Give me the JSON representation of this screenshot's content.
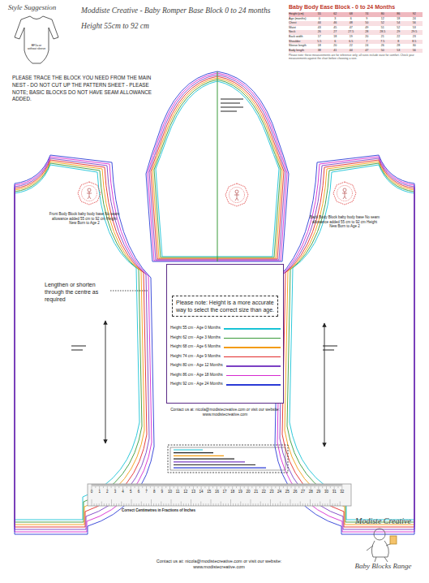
{
  "diagram": {
    "title": "Moddiste Creative - Baby Romper Base Block 0 to 24 months",
    "nodes": [
      {
        "text": [
          "Front Body Block baby body base No seam allowance added 55 cm to 92 cm Height New Born to Age 2",
          "Lengthen or shorten through the centre as required"
        ]
      },
      {
        "text": [
          "Back Body Block baby body base No seam allowance added 55 cm to 92 cm Height New Born to Age 2"
        ]
      },
      {
        "text": []
      },
      {
        "text": [
          "Please note: Height is a more accurate way to select the correct size than age."
        ],
        "in": 2
      }
    ],
    "labels": [
      "Style Suggestion",
      "BF1a or without sleeve",
      "Height 55cm to 92 cm",
      "PLEASE TRACE THE BLOCK YOU NEED FROM THE MAIN NEST - DO NOT CUT UP THE PATTERN SHEET - PLEASE NOTE; BASIC BLOCKS DO NOT HAVE SEAM ALLOWANCE ADDED.",
      "Baby Body Ease Block - 0 to 24 Months",
      "Height (cm)",
      "55",
      "62",
      "68",
      "74",
      "80",
      "86",
      "92",
      "Age (months)",
      "0",
      "3",
      "6",
      "9",
      "12",
      "18",
      "24",
      "Chest",
      "44",
      "46",
      "48",
      "50",
      "52",
      "54",
      "56",
      "Waist",
      "43",
      "45",
      "47",
      "49",
      "51",
      "52",
      "53",
      "Neck",
      "26",
      "27",
      "27.5",
      "28",
      "28.5",
      "29",
      "29.5",
      "Back width",
      "17",
      "18",
      "19",
      "20",
      "21",
      "22",
      "23",
      "Shoulder",
      "5.5",
      "6",
      "6.5",
      "7",
      "7.5",
      "8",
      "8.5",
      "Sleeve length",
      "18",
      "20",
      "22",
      "24",
      "26",
      "28",
      "30",
      "Body length",
      "38",
      "41",
      "44",
      "47",
      "50",
      "53",
      "56",
      "Please note: these measurements are for reference only; all sizes include ease for comfort. Check your measurements against the chart before choosing a size.",
      "Contact us at: nicola@modistecreative.com or visit our website: www.modistecreative.com",
      "0",
      "1",
      "2",
      "3",
      "4",
      "5",
      "6",
      "7",
      "8",
      "9",
      "10",
      "11",
      "12",
      "13",
      "14",
      "15",
      "16",
      "17",
      "18",
      "19",
      "20",
      "21",
      "22",
      "23",
      "24",
      "25",
      "26",
      "27",
      "28",
      "29",
      "30",
      "31",
      "32",
      "Correct Centimetres in Fractions of Inches",
      "Contact us at: nicola@modistecreative.com or visit our website: www.modistecreative.com",
      "Modiste Creative",
      "Baby Blocks Range"
    ],
    "legend": [
      {
        "text": "Height 55 cm - Age 0 Months",
        "color": "#19c3d6"
      },
      {
        "text": "Height 62 cm - Age 3 Months",
        "color": "#3a9a3a"
      },
      {
        "text": "Height 68 cm - Age 6 Months",
        "color": "#f39c12"
      },
      {
        "text": "Height 74 cm - Age 9 Months",
        "color": "#e22b2b"
      },
      {
        "text": "Height 80 cm - Age 12 Months",
        "color": "#7b3fc4"
      },
      {
        "text": "Height 86 cm - Age 18 Months",
        "color": "#d62ad0"
      },
      {
        "text": "Height 92 cm - Age 24 Months",
        "color": "#2b3bd6"
      }
    ]
  }
}
